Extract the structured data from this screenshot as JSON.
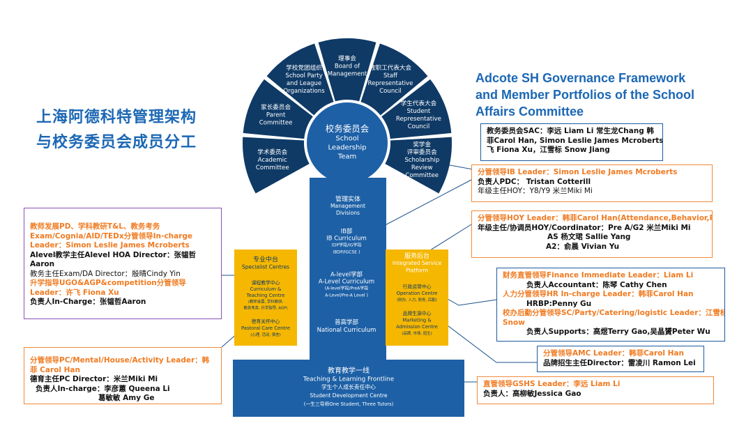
{
  "titles": {
    "zh_line1": "上海阿德科特管理架构",
    "zh_line2": "与校务委员会成员分工",
    "en_line1": "Adcote SH Governance Framework",
    "en_line2": "and Member Portfolios of the School",
    "en_line3": "Affairs Committee"
  },
  "colors": {
    "dark_blue": "#0f3a66",
    "mid_blue": "#1d60a6",
    "accent_orange": "#f07b22",
    "gold": "#f5b700",
    "title_blue": "#1b67b4"
  },
  "fan": {
    "segments": [
      [
        "学术委员会",
        "Academic",
        "Committee"
      ],
      [
        "家长委员会",
        "Parent",
        "Committee"
      ],
      [
        "学校党团组织",
        "School Party",
        "and League",
        "Organizations"
      ],
      [
        "理事会",
        "Board of",
        "Management"
      ],
      [
        "教职工代表大会",
        "Staff",
        "Representative",
        "Council"
      ],
      [
        "学生代表大会",
        "Student",
        "Representative",
        "Council"
      ],
      [
        "奖学金",
        "评审委员会",
        "Scholarship",
        "Review",
        "Committee"
      ]
    ],
    "center": [
      "校务委员会",
      "School",
      "Leadership",
      "Team"
    ]
  },
  "stem": {
    "header": [
      "管理实体",
      "Management",
      "Divisions"
    ],
    "ib": [
      "IB部",
      "IB Curriculum",
      "(DP学段/IG学段",
      "IBDP/IGCSE )"
    ],
    "alevel": [
      "A-level学部",
      "A-Level Curriculum",
      "(A-level学段/PreA学段",
      "A-Level/Pre-A Level )"
    ],
    "national": [
      "普高学部",
      "National Curriculum"
    ]
  },
  "left_gold": {
    "title": [
      "专业中台",
      "Specialist Centres"
    ],
    "sub1": [
      "课程教学中心",
      "Curriculum &",
      "Teaching Centre",
      "(教师发展, 学科教研,",
      "教务考务, 升学指导, AGP)"
    ],
    "sub2": [
      "德育关怀中心",
      "Pastoral Care Centre",
      "(心理, 活动, 宿舍)"
    ]
  },
  "right_gold": {
    "title": [
      "服务后台",
      "Integrated Service",
      "Platform"
    ],
    "sub1": [
      "行政运营中心",
      "Operation Centre",
      "(财办, 人力, 财务, 后勤)"
    ],
    "sub2": [
      "品牌生源中心",
      "Marketing &",
      "Admission Centre",
      "(品牌, 市场, 招生)"
    ]
  },
  "bottom": [
    "教育教学一线",
    "Teaching & Learning Frontline",
    "学生个人成长责任中心",
    "Student Development Centre",
    "(一生三导师One Student, Three Tutors)"
  ],
  "boxes": {
    "sac": {
      "l1": "教务委员会SAC：李远 Liam Li  常生龙Chang  韩",
      "l2": "菲Carol Han, Simon Leslie James Mcroberts, 许",
      "l3": "飞 Fiona Xu，江雪标 Snow Jiang"
    },
    "ib_leader": {
      "l1": "分管领导IB Leader：Simon Leslie James Mcroberts",
      "l2": "负责人PDC：  Tristan Cotterill",
      "l3": "年级主任HOY：Y8/Y9 米兰Miki Mi"
    },
    "hoy": {
      "l1": "分管领导HOY Leader：韩菲Carol Han(Attendance,Behavior,PHSE)",
      "l2": "年级主任/协调员HOY/Coordinator：Pre A/G2  米兰Miki Mi",
      "l3": "AS   杨文珺 Sallie Yang",
      "l4": "A2：俞晨 Vivian Yu"
    },
    "finance": {
      "l1": "财务直管领导Finance Immediate Leader：Liam Li",
      "l2": "负责人Accountant：陈琴 Cathy Chen",
      "l3": "人力分管领导HR In-charge Leader：韩菲Carol Han",
      "l4": "HRBP:Penny Gu",
      "l5": "校办后勤分管领导SC/Party/Catering/logistic Leader：江雪标",
      "l6": "Snow",
      "l7": "负责人Supports：高煜Terry Gao,吴晶贇Peter Wu"
    },
    "amc": {
      "l1": "分管领导AMC Leader：韩菲Carol Han",
      "l2": "品牌招生主任Director：雷凌川 Ramon Lei"
    },
    "gshs": {
      "l1": "直管领导GSHS  Leader：李远 Liam Li",
      "l2": "负责人：高柳敏Jessica Gao"
    },
    "teacher_dev": {
      "l1": "教师发展PD、学科教研T&L、教务考务",
      "l2": "Exam/Cognia/AID/TEDx分管领导In-charge",
      "l3": "Leader：Simon Leslie James Mcroberts",
      "l4": "Alevel教学主任Alevel HOA Director：张韫哲",
      "l5": "Aaron",
      "l6": "教务主任Exam/DA Director：殷晴Cindy Yin",
      "l7": "升学指导UGO&AGP&competition分管领导",
      "l8": "Leader：许飞 Fiona Xu",
      "l9": "负责人In-Charge：张韫哲Aaron"
    },
    "pastoral": {
      "l1": "分管领导PC/Mental/House/Activity Leader：韩",
      "l2": "菲 Carol Han",
      "l3": "德育主任PC Director：米兰Miki Mi",
      "l4": "负责人In-charge：李彦蕙 Queena Li",
      "l5": "葛敏敏 Amy Ge"
    }
  }
}
